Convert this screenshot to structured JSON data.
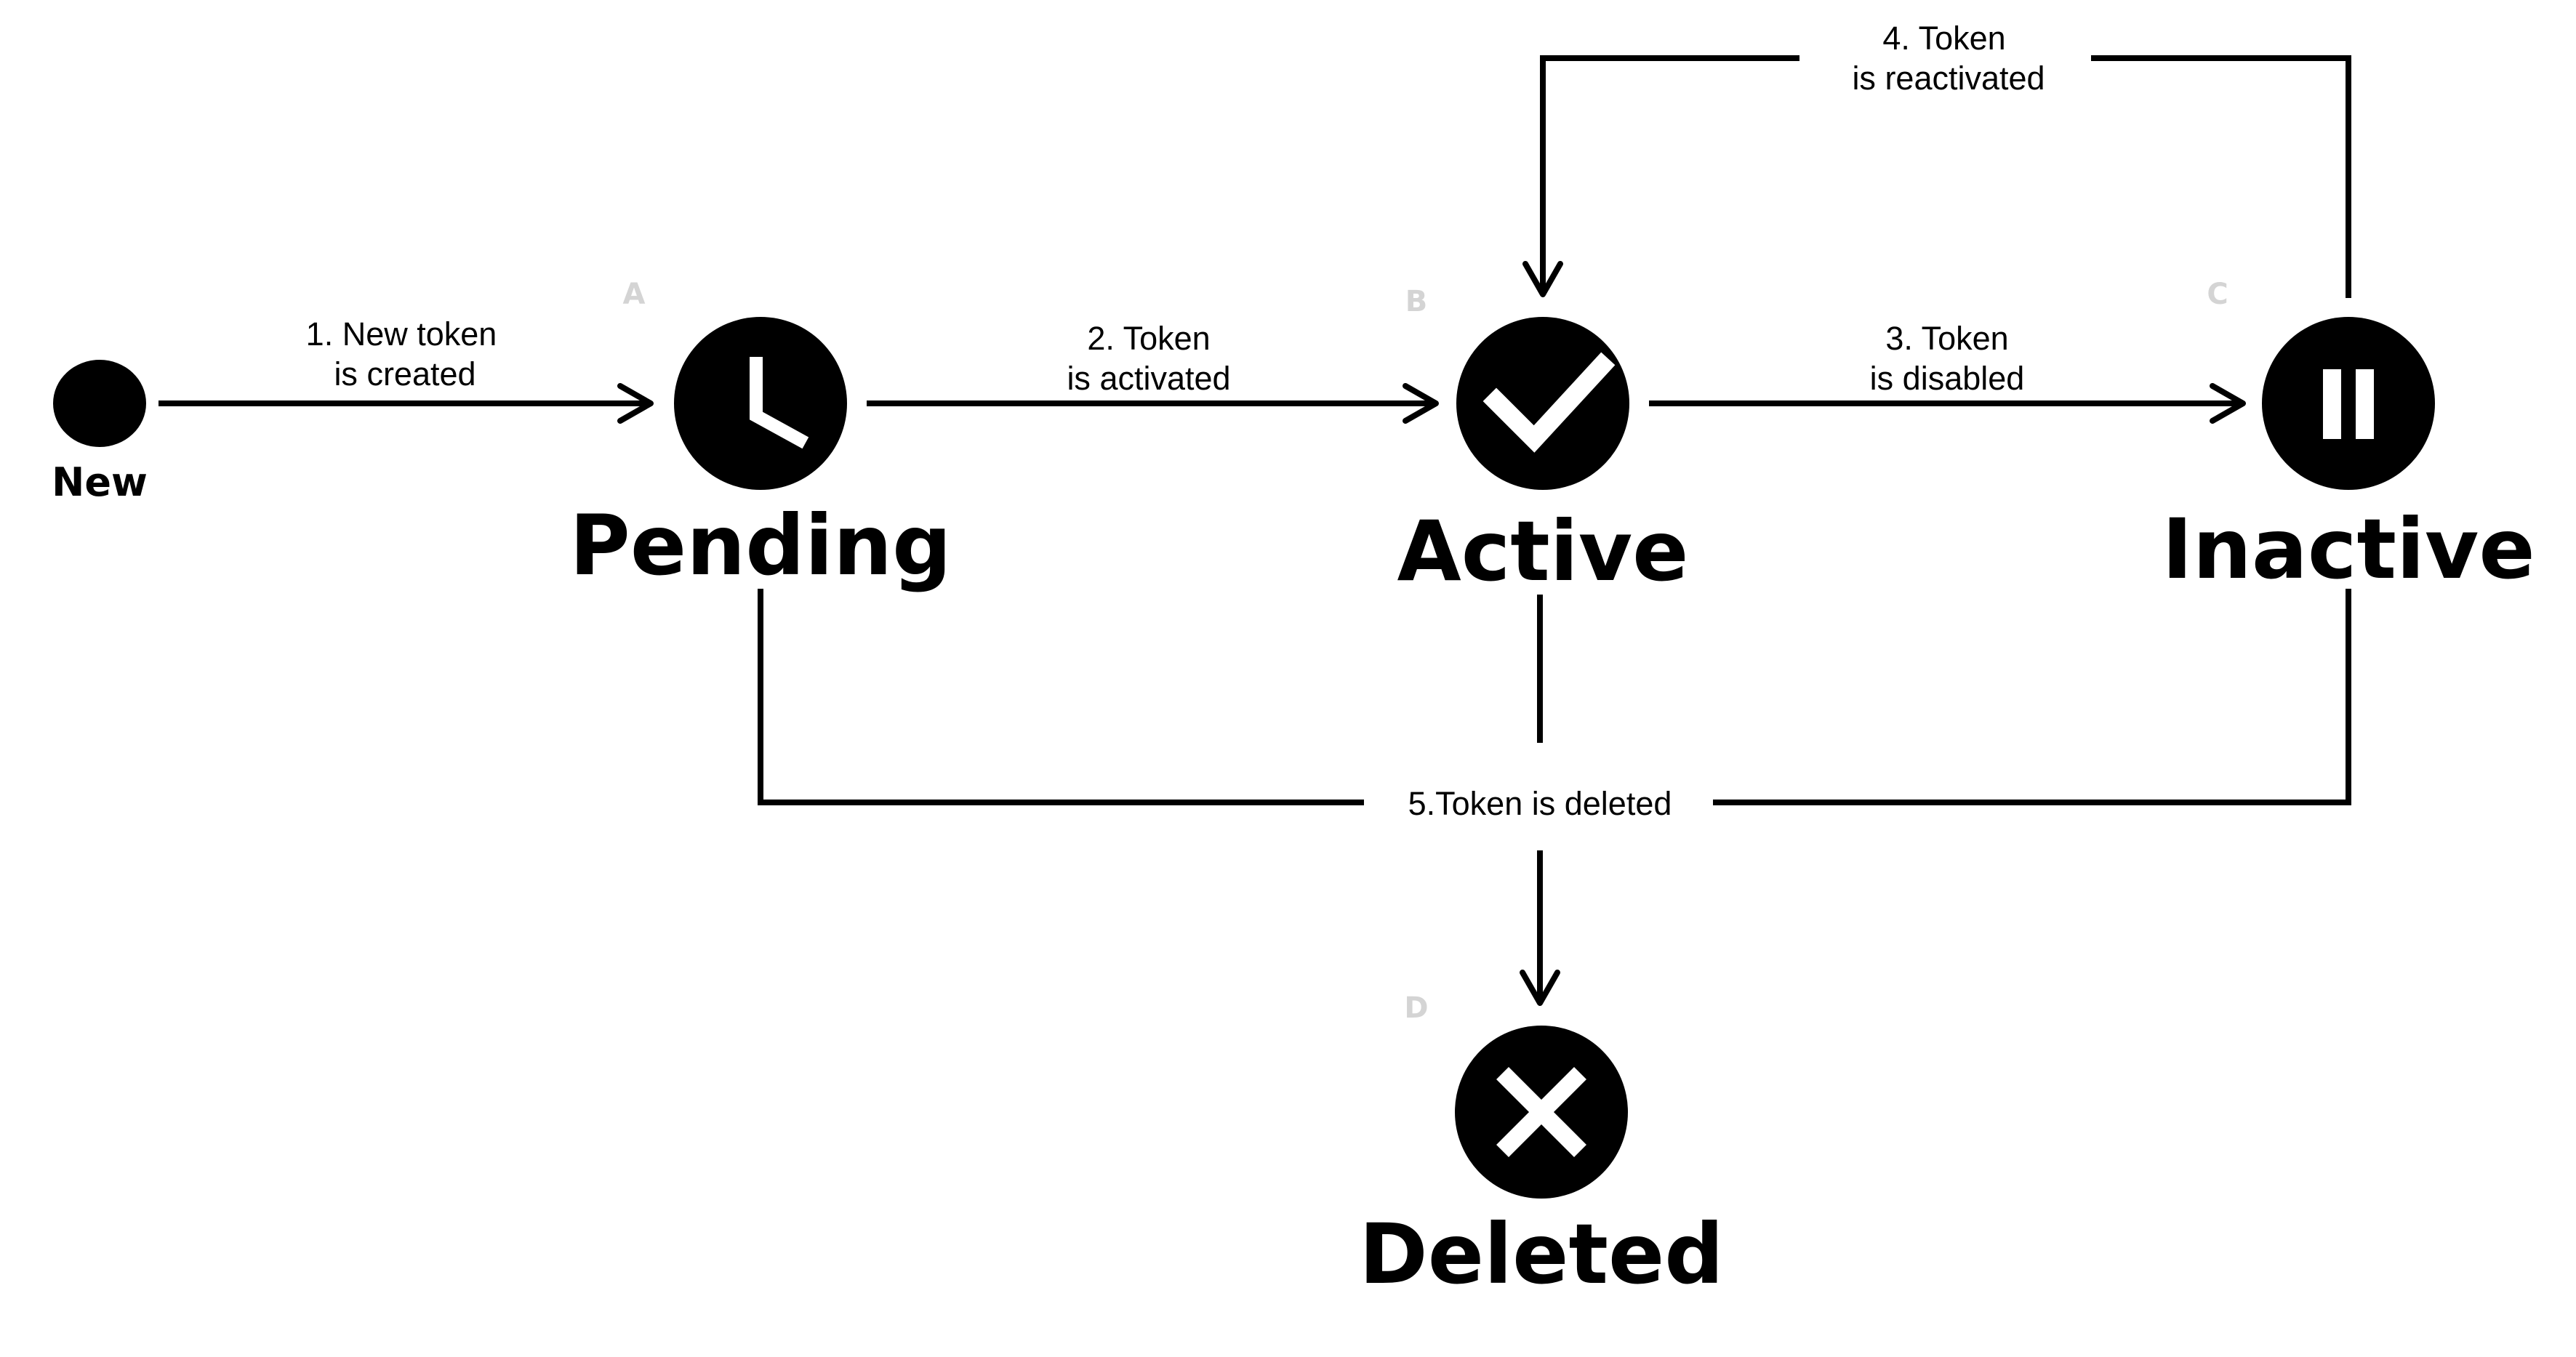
{
  "colors": {
    "background": "#ffffff",
    "ink": "#000000",
    "glyph": "#ffffff",
    "marker_letter": "#d4d4d4"
  },
  "start": {
    "label": "New"
  },
  "states": {
    "pending": {
      "label": "Pending",
      "marker": "A",
      "icon": "clock-icon"
    },
    "active": {
      "label": "Active",
      "marker": "B",
      "icon": "checkmark-icon"
    },
    "inactive": {
      "label": "Inactive",
      "marker": "C",
      "icon": "pause-icon"
    },
    "deleted": {
      "label": "Deleted",
      "marker": "D",
      "icon": "x-icon"
    }
  },
  "transitions": {
    "created": {
      "line1": "1. New token",
      "line2": "is created"
    },
    "activated": {
      "line1": "2. Token",
      "line2": "is activated"
    },
    "disabled": {
      "line1": "3. Token",
      "line2": "is disabled"
    },
    "reactivated": {
      "line1": "4. Token",
      "line2": "is reactivated"
    },
    "deleted": {
      "line1": "5.Token is deleted"
    }
  }
}
